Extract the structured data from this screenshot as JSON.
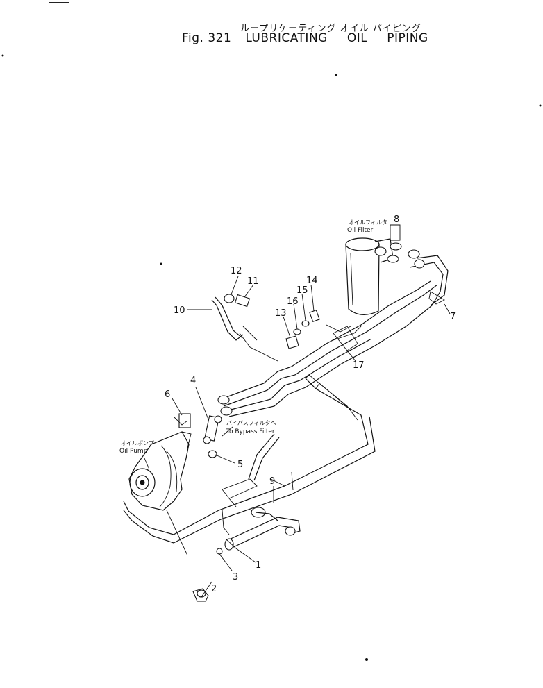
{
  "header": {
    "title_ja": "ループリケーティング オイル パイピング",
    "fig_label": "Fig. 321",
    "title_words": [
      "LUBRICATING",
      "OIL",
      "PIPING"
    ]
  },
  "notes": {
    "oil_filter_ja": "オイルフィルタ",
    "oil_filter_en": "Oil Filter",
    "oil_pump_ja": "オイルポンプ",
    "oil_pump_en": "Oil Pump",
    "bypass_ja": "バイパスフィルタへ",
    "bypass_en": "To Bypass Filter"
  },
  "callouts": [
    "1",
    "2",
    "3",
    "4",
    "5",
    "6",
    "7",
    "8",
    "9",
    "10",
    "11",
    "12",
    "13",
    "14",
    "15",
    "16",
    "17"
  ]
}
